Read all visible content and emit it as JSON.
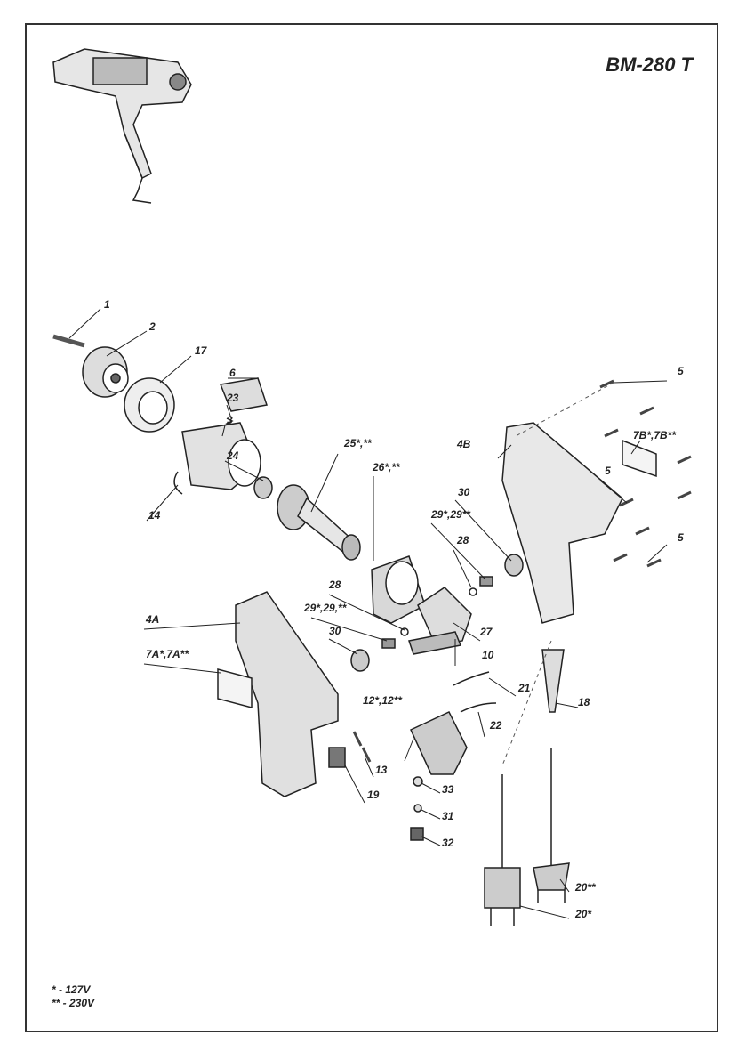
{
  "title": "BM-280 T",
  "labels": {
    "p1": "1",
    "p2": "2",
    "p17": "17",
    "p6": "6",
    "p23": "23",
    "p3": "3",
    "p24": "24",
    "p14": "14",
    "p25": "25*,**",
    "p26": "26*,**",
    "p4b": "4B",
    "p5a": "5",
    "p5b": "5",
    "p5c": "5",
    "p7b": "7B*,7B**",
    "p30a": "30",
    "p29a": "29*,29**",
    "p28a": "28",
    "p28b": "28",
    "p29b": "29*,29,**",
    "p30b": "30",
    "p27": "27",
    "p10": "10",
    "p4a": "4A",
    "p7a": "7A*,7A**",
    "p21": "21",
    "p22": "22",
    "p12": "12*,12**",
    "p18": "18",
    "p13": "13",
    "p19": "19",
    "p33": "33",
    "p31": "31",
    "p32": "32",
    "p20a": "20**",
    "p20b": "20*"
  },
  "legend": {
    "line1": "* - 127V",
    "line2": "** - 230V"
  }
}
